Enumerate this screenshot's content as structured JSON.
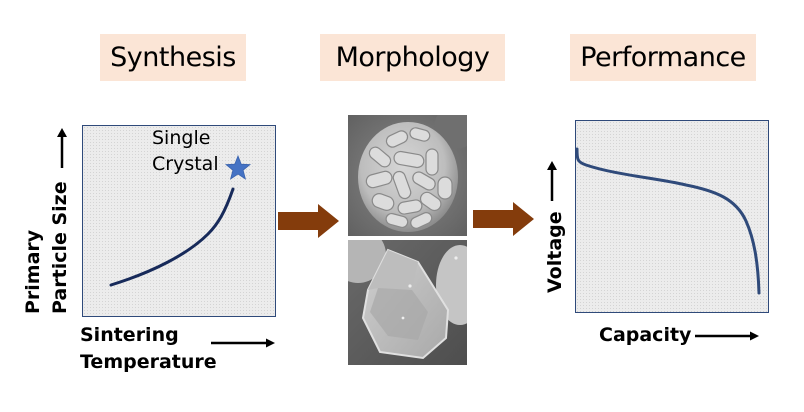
{
  "headers": {
    "synthesis": "Synthesis",
    "morphology": "Morphology",
    "performance": "Performance",
    "background_color": "#fbe5d6"
  },
  "synthesis_panel": {
    "annotation_line1": "Single",
    "annotation_line2": "Crystal",
    "star_icon": "star-icon",
    "star_color": "#4472c4",
    "y_label_line1": "Primary",
    "y_label_line2": "Particle Size",
    "x_label_line1": "Sintering",
    "x_label_line2": "Temperature"
  },
  "morphology_panel": {
    "top_image": "sem-polycrystalline-secondary-particle",
    "bottom_image": "sem-single-crystal-particle"
  },
  "performance_panel": {
    "y_label": "Voltage",
    "x_label": "Capacity"
  },
  "flow_arrow_color": "#843c0c",
  "curve_colors": {
    "synthesis": "#172a5a",
    "performance": "#2f4a7a"
  },
  "chart_data": [
    {
      "type": "line",
      "title": "Synthesis",
      "xlabel": "Sintering Temperature",
      "ylabel": "Primary Particle Size",
      "x": [
        0.0,
        0.2,
        0.4,
        0.6,
        0.8,
        0.9,
        1.0
      ],
      "values": [
        0.0,
        0.08,
        0.18,
        0.3,
        0.5,
        0.65,
        0.82
      ],
      "annotations": [
        {
          "text": "Single Crystal",
          "marker": "star",
          "at": [
            1.02,
            0.95
          ]
        }
      ],
      "grid": false,
      "ticks": "none (qualitative axes with arrows)"
    },
    {
      "type": "line",
      "title": "Performance",
      "xlabel": "Capacity",
      "ylabel": "Voltage",
      "x": [
        0.0,
        0.02,
        0.1,
        0.3,
        0.5,
        0.7,
        0.8,
        0.88,
        0.94,
        0.98
      ],
      "values": [
        0.92,
        0.85,
        0.81,
        0.76,
        0.72,
        0.64,
        0.54,
        0.38,
        0.18,
        0.05
      ],
      "grid": false,
      "ticks": "none (qualitative discharge curve)"
    }
  ]
}
